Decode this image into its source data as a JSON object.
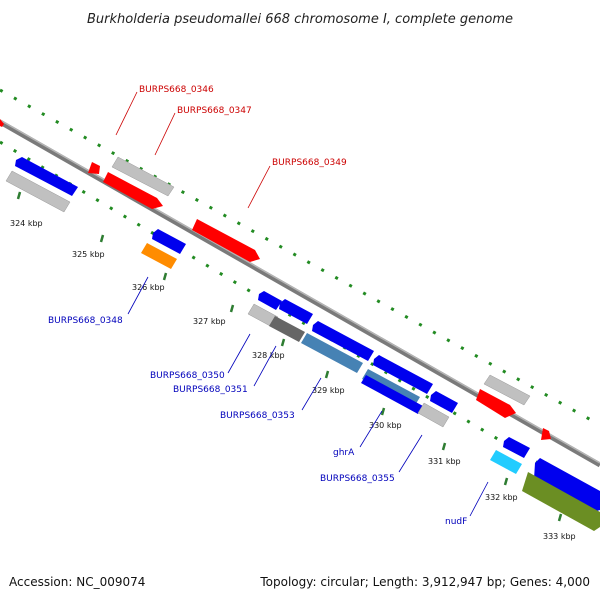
{
  "title": "Burkholderia pseudomallei 668 chromosome I, complete genome",
  "footer": {
    "accession": "Accession: NC_009074",
    "summary": "Topology: circular; Length: 3,912,947 bp; Genes: 4,000"
  },
  "colors": {
    "backbone": "#7a7a7a",
    "dots": "#228b22",
    "ticks": "#2e7d32",
    "forward_label": "#cc0000",
    "reverse_label": "#0000bb",
    "gene_red": "#ff0000",
    "gene_blue": "#0000ee",
    "gene_gray": "#c0c0c0",
    "gene_darkgray": "#666666",
    "gene_steelblue": "#4682b4",
    "gene_orange": "#ff8c00",
    "gene_cyan": "#22ccff",
    "gene_olive": "#6b8e23"
  },
  "tick_labels": [
    "324 kbp",
    "325 kbp",
    "326 kbp",
    "327 kbp",
    "328 kbp",
    "329 kbp",
    "330 kbp",
    "331 kbp",
    "332 kbp",
    "333 kbp"
  ],
  "forward_labels": [
    "BURPS668_0346",
    "BURPS668_0347",
    "BURPS668_0349"
  ],
  "reverse_labels": [
    "BURPS668_0348",
    "BURPS668_0350",
    "BURPS668_0351",
    "BURPS668_0353",
    "ghrA",
    "BURPS668_0355",
    "nudF"
  ]
}
